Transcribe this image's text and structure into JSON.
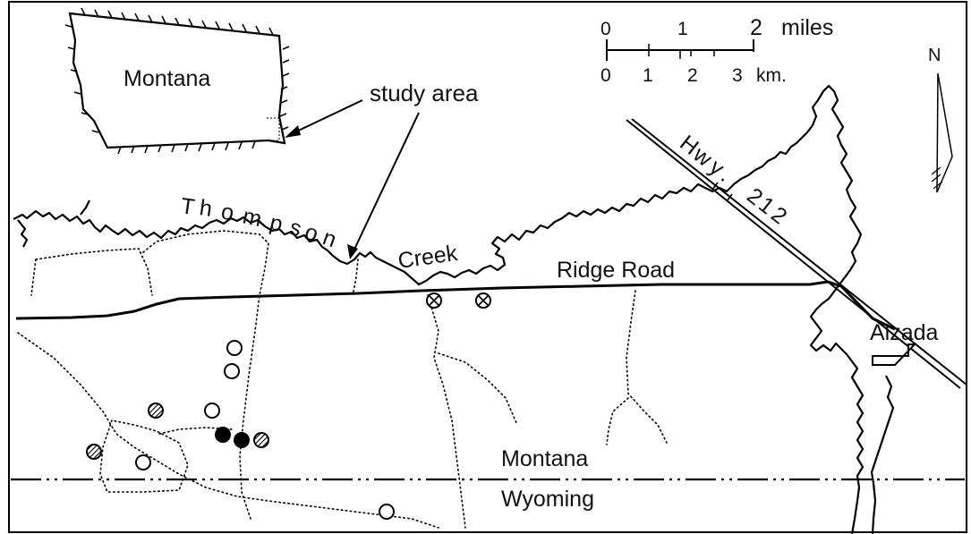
{
  "inset": {
    "state_label": "Montana",
    "callout_label": "study area"
  },
  "scale": {
    "miles_ticks": [
      "0",
      "1",
      "2"
    ],
    "miles_unit": "miles",
    "km_ticks": [
      "0",
      "1",
      "2",
      "3"
    ],
    "km_unit": "km."
  },
  "north_label": "N",
  "creek": {
    "letters": [
      "T",
      "h",
      "o",
      "m",
      "p",
      "s",
      "o",
      "n"
    ],
    "creek_word": "Creek"
  },
  "roads": {
    "ridge_road": "Ridge Road",
    "highway": [
      "H",
      "w",
      "y",
      ".",
      "2",
      "1",
      "2"
    ]
  },
  "places": {
    "town": "Alzada",
    "state_north": "Montana",
    "state_south": "Wyoming"
  },
  "site_types": {
    "open": "#ffffff",
    "hatched": "#555555",
    "crossed": "#333333",
    "filled": "#000000"
  }
}
